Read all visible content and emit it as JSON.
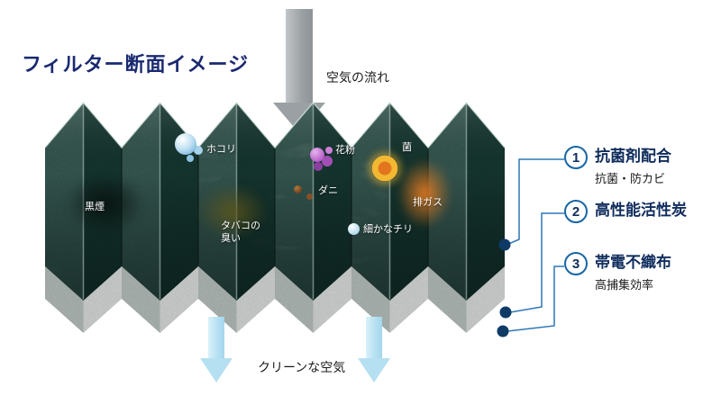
{
  "title": "フィルター断面イメージ",
  "airflow": {
    "label": "空気の流れ"
  },
  "clean_air": {
    "label": "クリーンな空気"
  },
  "particles": [
    {
      "id": "black-smoke",
      "label": "黒煙"
    },
    {
      "id": "dust",
      "label": "ホコリ"
    },
    {
      "id": "tobacco-odor",
      "label": "タバコの\n臭い"
    },
    {
      "id": "pollen",
      "label": "花粉"
    },
    {
      "id": "mite",
      "label": "ダニ"
    },
    {
      "id": "bacteria",
      "label": "菌"
    },
    {
      "id": "fine-dust",
      "label": "細かなチリ"
    },
    {
      "id": "exhaust-gas",
      "label": "排ガス"
    }
  ],
  "features": [
    {
      "number": "1",
      "title": "抗菌剤配合",
      "subtitle": "抗菌・防カビ"
    },
    {
      "number": "2",
      "title": "高性能活性炭"
    },
    {
      "number": "3",
      "title": "帯電不織布",
      "subtitle": "高捕集効率"
    }
  ],
  "colors": {
    "title_navy": "#1a2a70",
    "feature_text_navy": "#0f2c5c",
    "leader_line_blue": "#2e77b5",
    "marker_dot_navy": "#0e3a66",
    "filter_teal_light": "#7e9e95",
    "filter_teal_dark": "#33534b",
    "airflow_arrow_gray": "#9aa0a3",
    "clean_air_blue": "#b5e0f2"
  }
}
